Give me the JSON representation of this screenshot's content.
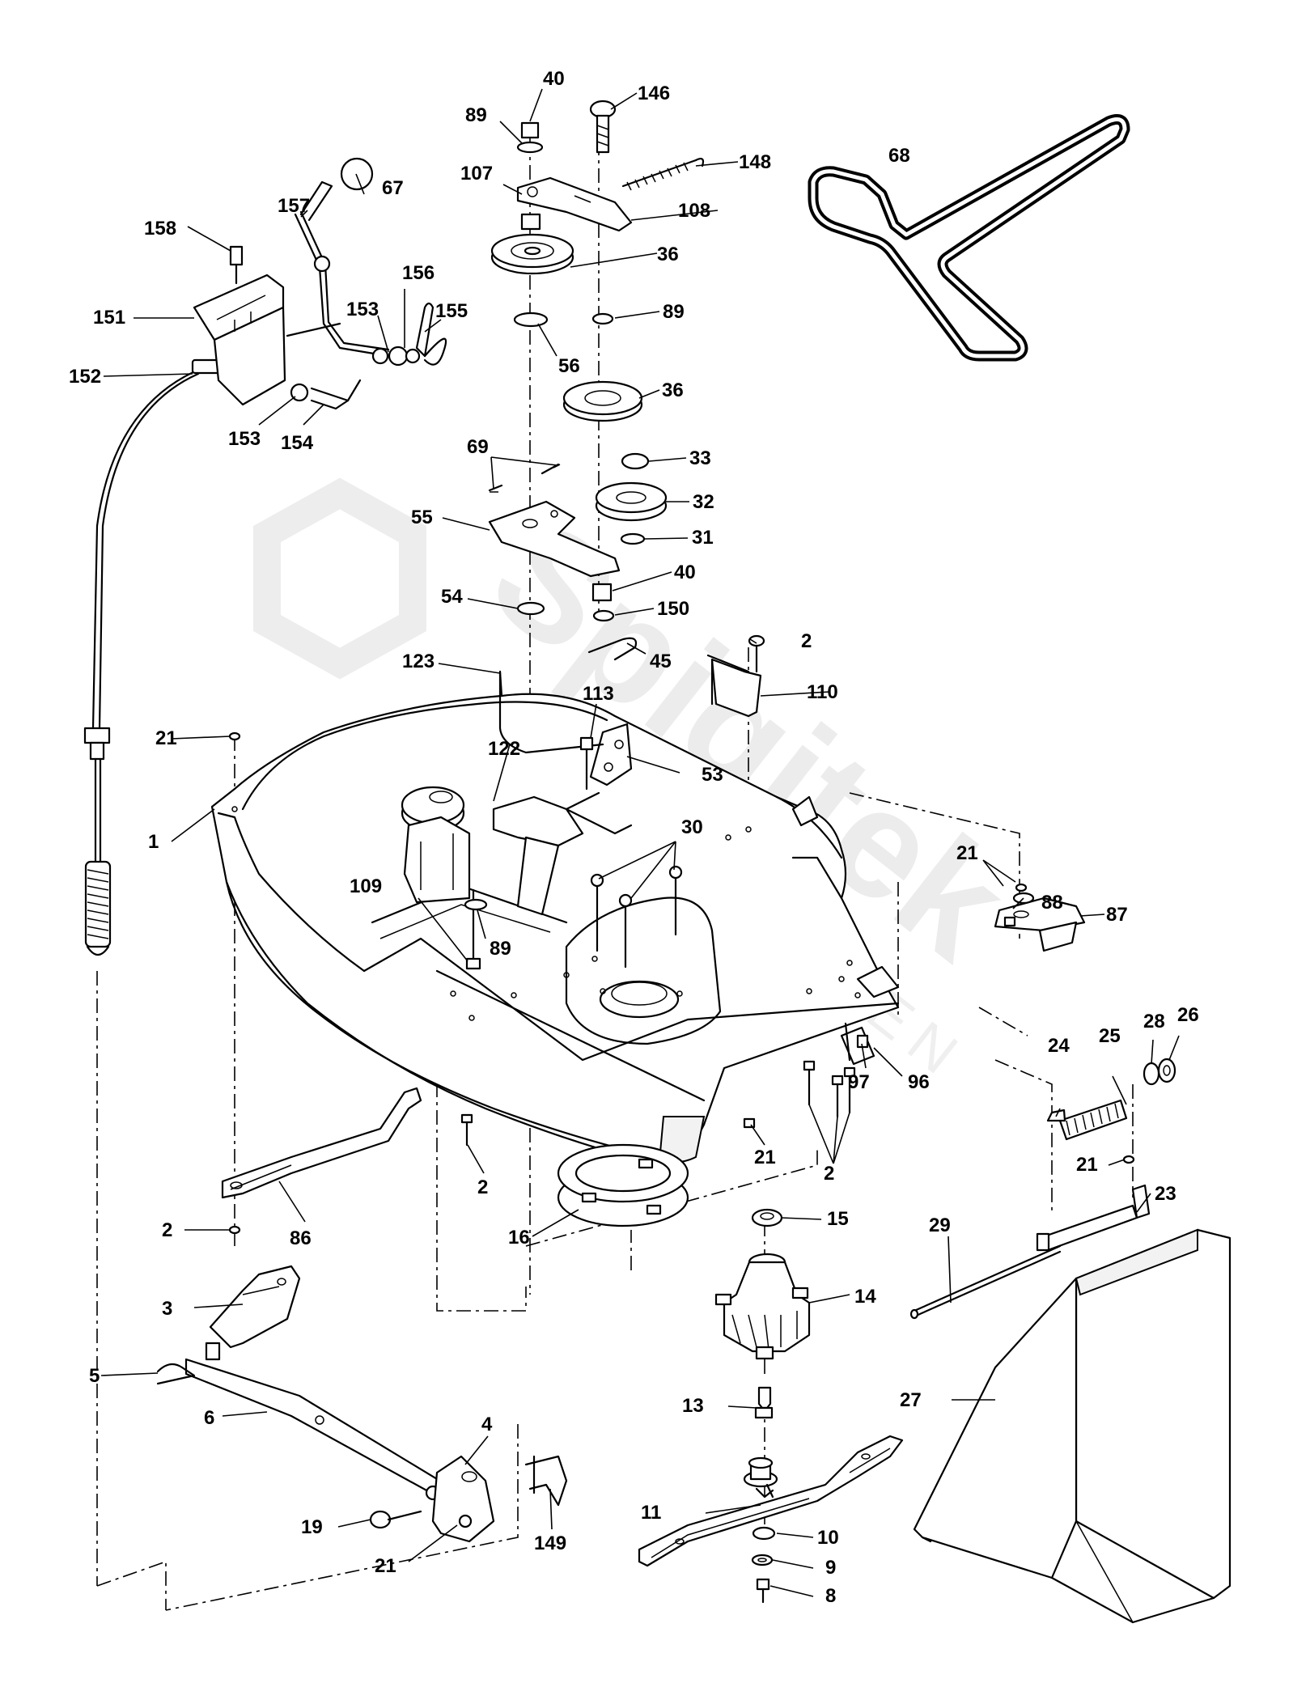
{
  "watermark": {
    "text": "Spigitek",
    "sub": "GARDEN"
  },
  "callouts": [
    {
      "id": "c1",
      "text": "1"
    },
    {
      "id": "c2a",
      "text": "2"
    },
    {
      "id": "c2b",
      "text": "2"
    },
    {
      "id": "c2c",
      "text": "2"
    },
    {
      "id": "c2d",
      "text": "2"
    },
    {
      "id": "c3",
      "text": "3"
    },
    {
      "id": "c4",
      "text": "4"
    },
    {
      "id": "c5",
      "text": "5"
    },
    {
      "id": "c6",
      "text": "6"
    },
    {
      "id": "c8",
      "text": "8"
    },
    {
      "id": "c9",
      "text": "9"
    },
    {
      "id": "c10",
      "text": "10"
    },
    {
      "id": "c11",
      "text": "11"
    },
    {
      "id": "c13",
      "text": "13"
    },
    {
      "id": "c14",
      "text": "14"
    },
    {
      "id": "c15",
      "text": "15"
    },
    {
      "id": "c16",
      "text": "16"
    },
    {
      "id": "c19",
      "text": "19"
    },
    {
      "id": "c21a",
      "text": "21"
    },
    {
      "id": "c21b",
      "text": "21"
    },
    {
      "id": "c21c",
      "text": "21"
    },
    {
      "id": "c21d",
      "text": "21"
    },
    {
      "id": "c21e",
      "text": "21"
    },
    {
      "id": "c23",
      "text": "23"
    },
    {
      "id": "c24",
      "text": "24"
    },
    {
      "id": "c25",
      "text": "25"
    },
    {
      "id": "c26",
      "text": "26"
    },
    {
      "id": "c27",
      "text": "27"
    },
    {
      "id": "c28",
      "text": "28"
    },
    {
      "id": "c29",
      "text": "29"
    },
    {
      "id": "c30",
      "text": "30"
    },
    {
      "id": "c31",
      "text": "31"
    },
    {
      "id": "c32",
      "text": "32"
    },
    {
      "id": "c33",
      "text": "33"
    },
    {
      "id": "c36a",
      "text": "36"
    },
    {
      "id": "c36b",
      "text": "36"
    },
    {
      "id": "c40a",
      "text": "40"
    },
    {
      "id": "c40b",
      "text": "40"
    },
    {
      "id": "c45",
      "text": "45"
    },
    {
      "id": "c53",
      "text": "53"
    },
    {
      "id": "c54",
      "text": "54"
    },
    {
      "id": "c55",
      "text": "55"
    },
    {
      "id": "c56",
      "text": "56"
    },
    {
      "id": "c67",
      "text": "67"
    },
    {
      "id": "c68",
      "text": "68"
    },
    {
      "id": "c69",
      "text": "69"
    },
    {
      "id": "c86",
      "text": "86"
    },
    {
      "id": "c87",
      "text": "87"
    },
    {
      "id": "c88",
      "text": "88"
    },
    {
      "id": "c89a",
      "text": "89"
    },
    {
      "id": "c89b",
      "text": "89"
    },
    {
      "id": "c89c",
      "text": "89"
    },
    {
      "id": "c96",
      "text": "96"
    },
    {
      "id": "c97",
      "text": "97"
    },
    {
      "id": "c107",
      "text": "107"
    },
    {
      "id": "c108",
      "text": "108"
    },
    {
      "id": "c109",
      "text": "109"
    },
    {
      "id": "c110",
      "text": "110"
    },
    {
      "id": "c113",
      "text": "113"
    },
    {
      "id": "c122",
      "text": "122"
    },
    {
      "id": "c123",
      "text": "123"
    },
    {
      "id": "c146",
      "text": "146"
    },
    {
      "id": "c148",
      "text": "148"
    },
    {
      "id": "c149",
      "text": "149"
    },
    {
      "id": "c150",
      "text": "150"
    },
    {
      "id": "c151",
      "text": "151"
    },
    {
      "id": "c152",
      "text": "152"
    },
    {
      "id": "c153a",
      "text": "153"
    },
    {
      "id": "c153b",
      "text": "153"
    },
    {
      "id": "c154",
      "text": "154"
    },
    {
      "id": "c155",
      "text": "155"
    },
    {
      "id": "c156",
      "text": "156"
    },
    {
      "id": "c157",
      "text": "157"
    },
    {
      "id": "c158",
      "text": "158"
    }
  ]
}
